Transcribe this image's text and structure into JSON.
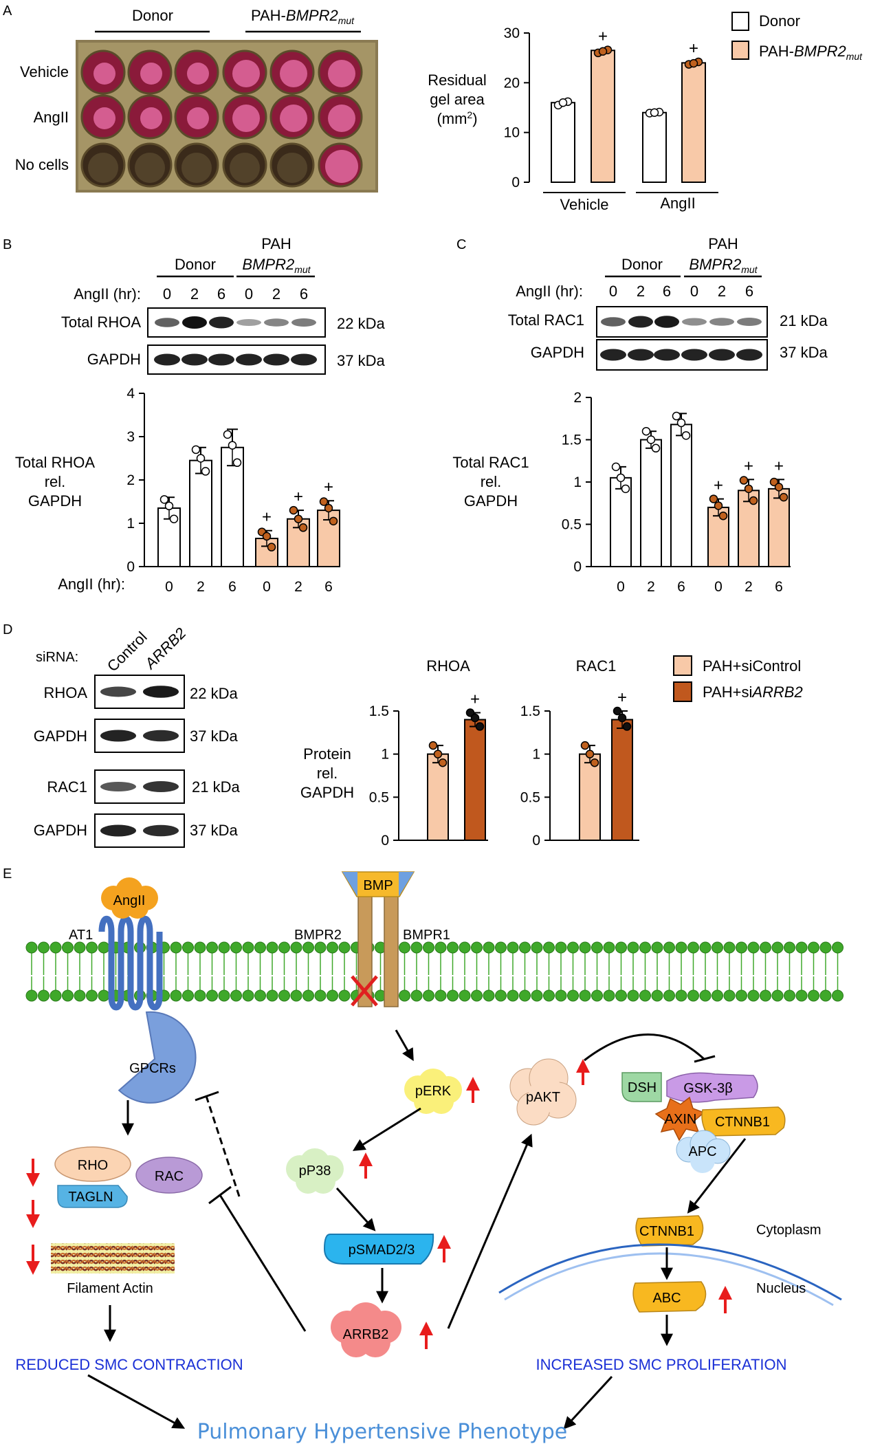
{
  "panels": {
    "a": {
      "letter": "A",
      "photo_col_labels": [
        "Donor",
        "PAH-BMPR2mut"
      ],
      "photo_row_labels": [
        "Vehicle",
        "AngII",
        "No cells"
      ],
      "ylabel_lines": [
        "Residual",
        "gel area",
        "(mm2)"
      ],
      "legend": [
        "Donor",
        "PAH-BMPR2mut"
      ]
    },
    "b": {
      "letter": "B",
      "group_labels": [
        "Donor",
        "PAH",
        "BMPR2mut"
      ],
      "time_label": "AngII (hr):",
      "blot_rows": [
        {
          "name": "Total RHOA",
          "kda": "22 kDa"
        },
        {
          "name": "GAPDH",
          "kda": "37 kDa"
        }
      ],
      "ylabel_lines": [
        "Total RHOA",
        "rel.",
        "GAPDH"
      ],
      "xlabel": "AngII (hr):"
    },
    "c": {
      "letter": "C",
      "group_labels": [
        "Donor",
        "PAH",
        "BMPR2mut"
      ],
      "time_label": "AngII (hr):",
      "blot_rows": [
        {
          "name": "Total RAC1",
          "kda": "21 kDa"
        },
        {
          "name": "GAPDH",
          "kda": "37 kDa"
        }
      ],
      "ylabel_lines": [
        "Total RAC1",
        "rel.",
        "GAPDH"
      ]
    },
    "d": {
      "letter": "D",
      "sirna_label": "siRNA:",
      "lane_labels": [
        "Control",
        "ARRB2"
      ],
      "blot_rows": [
        {
          "name": "RHOA",
          "kda": "22 kDa"
        },
        {
          "name": "GAPDH",
          "kda": "37 kDa"
        },
        {
          "name": "RAC1",
          "kda": "21 kDa"
        },
        {
          "name": "GAPDH",
          "kda": "37 kDa"
        }
      ],
      "ylabel_lines": [
        "Protein",
        "rel.",
        "GAPDH"
      ],
      "legend": [
        "PAH+siControl",
        "PAH+siARRB2"
      ]
    },
    "e": {
      "letter": "E",
      "receptor_labels": [
        "AT1",
        "BMPR2",
        "BMPR1"
      ],
      "nodes": {
        "angii": "AngII",
        "bmp": "BMP",
        "gpcrs": "GPCRs",
        "rho": "RHO",
        "rac": "RAC",
        "tagln": "TAGLN",
        "factin": "Filament Actin",
        "perk": "pERK",
        "pp38": "pP38",
        "psmad": "pSMAD2/3",
        "arrb2": "ARRB2",
        "pakt": "pAKT",
        "dsh": "DSH",
        "gsk": "GSK-3β",
        "axin": "AXIN",
        "ctnnb1": "CTNNB1",
        "apc": "APC",
        "ctnnb1_cyto": "CTNNB1",
        "abc": "ABC",
        "cytoplasm": "Cytoplasm",
        "nucleus": "Nucleus"
      },
      "outcomes": [
        "REDUCED SMC CONTRACTION",
        "INCREASED SMC PROLIFERATION"
      ],
      "phenotype": "Pulmonary Hypertensive Phenotype"
    }
  },
  "colors": {
    "donor": "#ffffff",
    "pah": "#f8c9a8",
    "sicontrol": "#f8c9a8",
    "siarrb2": "#c0581e",
    "dot_pah": "#c0611e",
    "membrane": "#3fa82a",
    "outcome": "#1a2fd6",
    "phenotype": "#4a8fd8",
    "up_arrow": "#e81c1c"
  },
  "chart_data": [
    {
      "id": "A",
      "type": "bar",
      "categories": [
        "Vehicle",
        "AngII"
      ],
      "series": [
        {
          "name": "Donor",
          "values": [
            16,
            14
          ]
        },
        {
          "name": "PAH-BMPR2mut",
          "values": [
            26.5,
            24
          ]
        }
      ],
      "points": [
        [
          [
            15.5,
            16.2,
            16.0
          ],
          [
            26.0,
            26.6,
            26.3
          ]
        ],
        [
          [
            13.9,
            14.1,
            14.0
          ],
          [
            23.7,
            24.2,
            23.9
          ]
        ]
      ],
      "markers": [
        "",
        "+",
        "",
        "+"
      ],
      "ylim": [
        0,
        30
      ],
      "yticks": [
        0,
        10,
        20,
        30
      ]
    },
    {
      "id": "B",
      "type": "bar",
      "categories": [
        "0",
        "2",
        "6",
        "0",
        "2",
        "6"
      ],
      "values": [
        1.35,
        2.45,
        2.75,
        0.65,
        1.1,
        1.3
      ],
      "errors": [
        0.25,
        0.3,
        0.42,
        0.18,
        0.2,
        0.22
      ],
      "points": [
        [
          1.55,
          1.1,
          1.4
        ],
        [
          2.7,
          2.2,
          2.5
        ],
        [
          3.05,
          2.4,
          2.8
        ],
        [
          0.8,
          0.45,
          0.7
        ],
        [
          1.3,
          0.9,
          1.1
        ],
        [
          1.5,
          1.05,
          1.35
        ]
      ],
      "markers": [
        "",
        "",
        "",
        "+",
        "+",
        "+"
      ],
      "ylim": [
        0,
        4
      ],
      "yticks": [
        0,
        1,
        2,
        3,
        4
      ]
    },
    {
      "id": "C",
      "type": "bar",
      "categories": [
        "0",
        "2",
        "6",
        "0",
        "2",
        "6"
      ],
      "values": [
        1.05,
        1.5,
        1.68,
        0.7,
        0.9,
        0.92
      ],
      "errors": [
        0.13,
        0.1,
        0.13,
        0.1,
        0.13,
        0.11
      ],
      "points": [
        [
          1.18,
          0.92,
          1.05
        ],
        [
          1.6,
          1.4,
          1.5
        ],
        [
          1.78,
          1.55,
          1.7
        ],
        [
          0.8,
          0.6,
          0.72
        ],
        [
          1.02,
          0.78,
          0.92
        ],
        [
          1.0,
          0.82,
          0.94
        ]
      ],
      "markers": [
        "",
        "",
        "",
        "+",
        "+",
        "+"
      ],
      "ylim": [
        0,
        2
      ],
      "yticks": [
        0,
        0.5,
        1,
        1.5,
        2
      ]
    },
    {
      "id": "D-RHOA",
      "type": "bar",
      "title": "RHOA",
      "categories": [
        "PAH+siControl",
        "PAH+siARRB2"
      ],
      "values": [
        1.0,
        1.4
      ],
      "errors": [
        0.1,
        0.08
      ],
      "points": [
        [
          1.1,
          0.9,
          1.0
        ],
        [
          1.48,
          1.32,
          1.42
        ]
      ],
      "markers": [
        "",
        "+"
      ],
      "ylim": [
        0,
        1.5
      ],
      "yticks": [
        0,
        0.5,
        1,
        1.5
      ]
    },
    {
      "id": "D-RAC1",
      "type": "bar",
      "title": "RAC1",
      "categories": [
        "PAH+siControl",
        "PAH+siARRB2"
      ],
      "values": [
        1.0,
        1.4
      ],
      "errors": [
        0.1,
        0.1
      ],
      "points": [
        [
          1.1,
          0.9,
          1.0
        ],
        [
          1.5,
          1.32,
          1.42
        ]
      ],
      "markers": [
        "",
        "+"
      ],
      "ylim": [
        0,
        1.5
      ],
      "yticks": [
        0,
        0.5,
        1,
        1.5
      ]
    }
  ]
}
